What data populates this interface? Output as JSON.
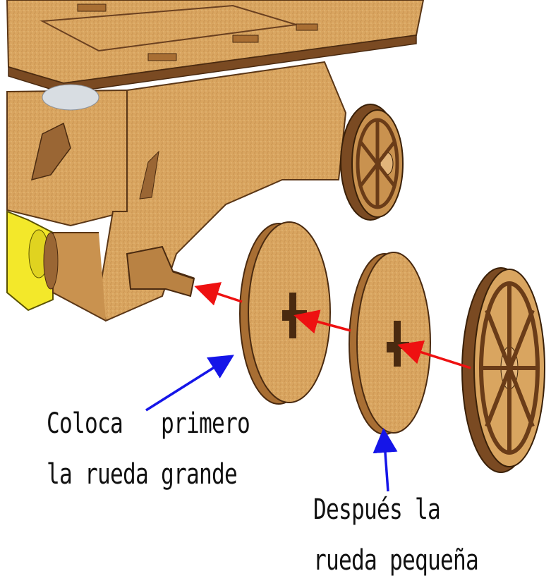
{
  "captions": {
    "big_wheel_line1": "Coloca   primero",
    "big_wheel_line2": "la rueda grande",
    "small_wheel_line1": "Después la",
    "small_wheel_line2": "rueda pequeña"
  },
  "colors": {
    "wood": "#d9a560",
    "wood_dark": "#7a4a22",
    "wood_edge": "#a86e33",
    "motor_yellow": "#f3e82a",
    "arrow_red": "#ee1111",
    "arrow_blue": "#1515e8"
  }
}
